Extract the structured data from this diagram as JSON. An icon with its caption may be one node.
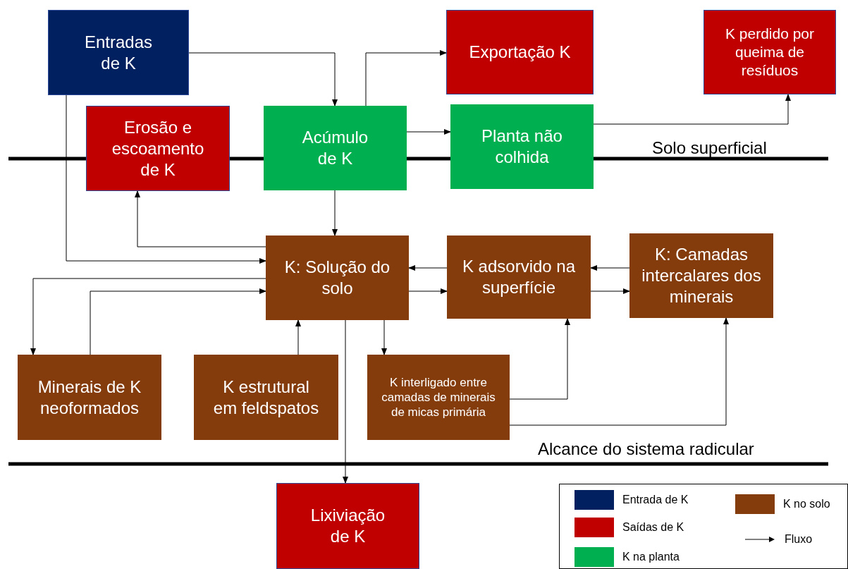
{
  "diagram": {
    "nodes": [
      {
        "text": [
          "Entradas de K"
        ]
      },
      {
        "text": [
          "Exportação K"
        ]
      },
      {
        "text": [
          "K perdido por queima de resíduos"
        ]
      },
      {
        "text": [
          "Erosão e escoamento de K"
        ]
      },
      {
        "text": [
          "Acúmulo de K"
        ]
      },
      {
        "text": [
          "Planta não colhida"
        ]
      },
      {
        "text": [
          "K: Solução do solo"
        ]
      },
      {
        "text": [
          "K adsorvido na superfície"
        ]
      },
      {
        "text": [
          "K: Camadas intercalares dos minerais"
        ]
      },
      {
        "text": [
          "Minerais de K neoformados"
        ]
      },
      {
        "text": [
          "K estrutural em feldspatos"
        ]
      },
      {
        "text": [
          "K interligado entre camadas de minerais de micas primária"
        ]
      },
      {
        "text": [
          "Lixiviação de K"
        ]
      }
    ],
    "edges": [
      {
        "from": 0,
        "to": 4,
        "arrow": "to"
      },
      {
        "from": 4,
        "to": 1,
        "arrow": "to"
      },
      {
        "from": 4,
        "to": 5,
        "arrow": "to"
      },
      {
        "from": 5,
        "to": 2,
        "arrow": "to"
      },
      {
        "from": 4,
        "to": 6,
        "arrow": "to"
      },
      {
        "from": 6,
        "to": 3,
        "arrow": "to"
      },
      {
        "from": 0,
        "to": 6,
        "arrow": "to"
      },
      {
        "from": 6,
        "to": 9,
        "arrow": "to"
      },
      {
        "from": 9,
        "to": 6,
        "arrow": "to"
      },
      {
        "from": 10,
        "to": 6,
        "arrow": "to"
      },
      {
        "from": 6,
        "to": 11,
        "arrow": "to"
      },
      {
        "from": 6,
        "to": 12,
        "arrow": "to"
      },
      {
        "from": 7,
        "to": 6,
        "arrow": "to"
      },
      {
        "from": 6,
        "to": 7,
        "arrow": "to"
      },
      {
        "from": 8,
        "to": 7,
        "arrow": "to"
      },
      {
        "from": 7,
        "to": 8,
        "arrow": "to"
      },
      {
        "from": 11,
        "to": 7,
        "arrow": "to"
      },
      {
        "from": 11,
        "to": 8,
        "arrow": "to"
      }
    ],
    "labels": [
      "Solo superficial",
      "Alcance do sistema radicular"
    ],
    "legend": [
      {
        "text": "Entrada de K",
        "color": "#002060"
      },
      {
        "text": "Saídas de K",
        "color": "#c00000"
      },
      {
        "text": "K na planta",
        "color": "#00b050"
      },
      {
        "text": "K no solo",
        "color": "#843c0c"
      },
      {
        "text": "Fluxo"
      }
    ]
  }
}
